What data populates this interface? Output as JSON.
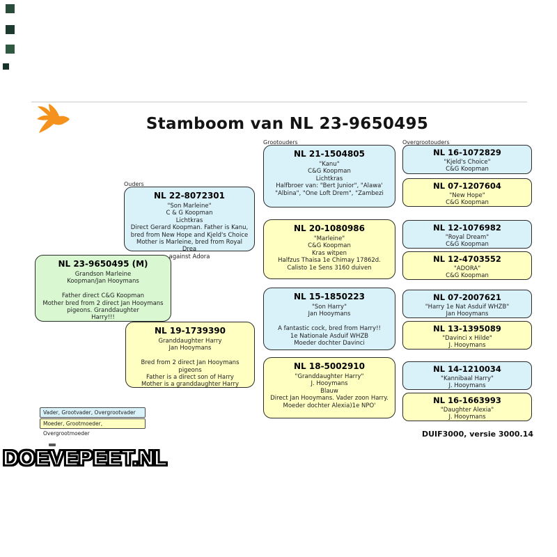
{
  "page": {
    "title": "Stamboom van NL 23-9650495",
    "footer": "DUIF3000, versie 3000.14",
    "watermark": "DOEVEPEET.NL"
  },
  "columns": {
    "parents_label": "Ouders",
    "grandparents_label": "Grootouders",
    "great_grandparents_label": "Overgrootouders"
  },
  "colors": {
    "father-box": "#d9f1f9",
    "mother-box": "#ffffc2",
    "subject-box": "#d9f8d2",
    "box-border": "#2b2b2b",
    "divider": "#c9c9c9",
    "logo-orange": "#f5921e",
    "sq1": "#2a4c3b",
    "sq2": "#1c3a2e",
    "sq3": "#2f5a41",
    "sq4": "#193329"
  },
  "subject": {
    "ring": "NL 23-9650495 (M)",
    "text": "Grandson Marleine\nKoopman/Jan Hooymans\n\nFather direct C&G Koopman\nMother bred from 2 direct Jan Hooymans\npigeons. Granddaughter\nHarry!!!"
  },
  "parents": [
    {
      "role": "father",
      "ring": "NL 22-8072301",
      "text": "\"Son Marleine\"\nC & G Koopman\nLichtkras\nDirect Gerard Koopman. Father is Kanu,\nbred from New Hope and Kjeld's Choice\nMother is Marleine, bred from Royal Drea\nagainst Adora"
    },
    {
      "role": "mother",
      "ring": "NL 19-1739390",
      "text": "Granddaughter Harry\nJan Hooymans\n\nBred from 2 direct Jan Hooymans pigeons\nFather is a direct son of Harry\nMother is a granddaughter Harry"
    }
  ],
  "grandparents": [
    {
      "role": "paternal-grandfather",
      "ring": "NL 21-1504805",
      "text": "\"Kanu\"\nC&G Koopman\nLichtkras\nHalfbroer van: \"Bert Junior\", \"Alawa'\n\"Albina\", \"One Loft Drem\", \"Zambezi"
    },
    {
      "role": "paternal-grandmother",
      "ring": "NL 20-1080986",
      "text": "\"Marleine\"\nC&G Koopman\nKras witpen\nHalfzus Thaisa 1e Chimay 17862d.\nCalisto 1e Sens 3160 duiven"
    },
    {
      "role": "maternal-grandfather",
      "ring": "NL 15-1850223",
      "text": "\"Son Harry\"\nJan Hooymans\n\nA fantastic cock, bred from Harry!!\n1e Nationale Asduif WHZB\nMoeder dochter Davinci"
    },
    {
      "role": "maternal-grandmother",
      "ring": "NL 18-5002910",
      "text": "\"Granddaughter Harry\"\nJ. Hooymans\nBlauw\nDirect Jan Hooymans. Vader zoon Harry.\nMoeder dochter Alexia)1e NPO'"
    }
  ],
  "great_grandparents": [
    {
      "ring": "NL 16-1072829",
      "name": "\"Kjeld's Choice\"",
      "fancier": "C&G Koopman"
    },
    {
      "ring": "NL 07-1207604",
      "name": "\"New Hope\"",
      "fancier": "C&G Koopman"
    },
    {
      "ring": "NL 12-1076982",
      "name": "\"Royal Dream\"",
      "fancier": "C&G Koopman"
    },
    {
      "ring": "NL 12-4703552",
      "name": "\"ADORA\"",
      "fancier": "C&G Koopman"
    },
    {
      "ring": "NL 07-2007621",
      "name": "\"Harry 1e Nat Asduif WHZB\"",
      "fancier": "Jan Hooymans"
    },
    {
      "ring": "NL 13-1395089",
      "name": "\"Davinci x Hilde\"",
      "fancier": "J. Hooymans"
    },
    {
      "ring": "NL 14-1210034",
      "name": "\"Kannibaal Harry\"",
      "fancier": "J. Hooymans"
    },
    {
      "ring": "NL 16-1663993",
      "name": "\"Daughter Alexia\"",
      "fancier": "J. Hooymans"
    }
  ],
  "legend": [
    {
      "label": "Vader, Grootvader, Overgrootvader"
    },
    {
      "label": "Moeder, Grootmoeder, Overgrootmoeder"
    }
  ]
}
